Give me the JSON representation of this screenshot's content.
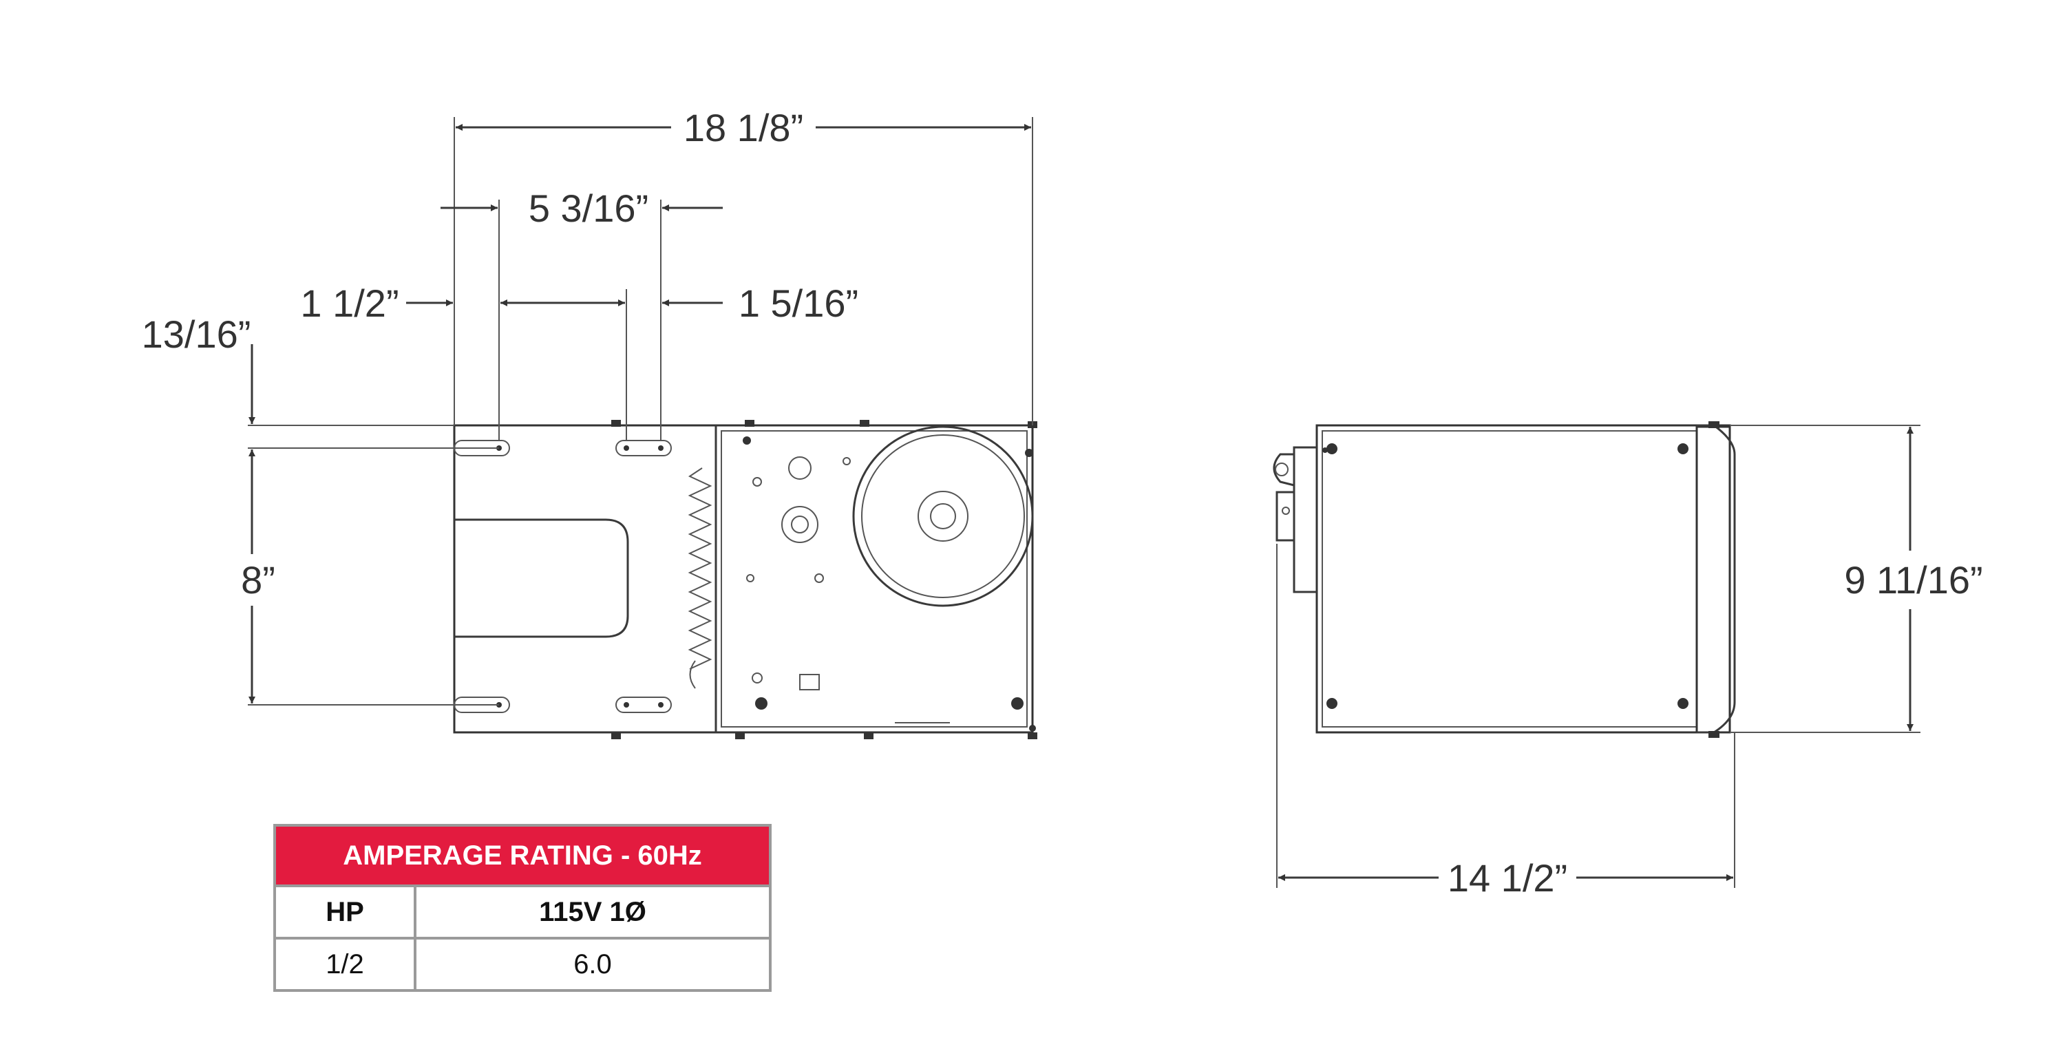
{
  "dimensions": {
    "overall_width": "18 1/8”",
    "hole_spacing": "5 3/16”",
    "left_offset": "1 1/2”",
    "right_offset": "1 5/16”",
    "top_offset": "13/16”",
    "mount_height": "8”",
    "side_height": "9 11/16”",
    "side_depth": "14 1/2”"
  },
  "table": {
    "title": "AMPERAGE RATING - 60Hz",
    "col_hp": "HP",
    "col_voltage": "115V 1Ø",
    "rows": [
      {
        "hp": "1/2",
        "amps": "6.0"
      }
    ]
  },
  "colors": {
    "table_header_bg": "#e31b3f",
    "line": "#333333"
  }
}
